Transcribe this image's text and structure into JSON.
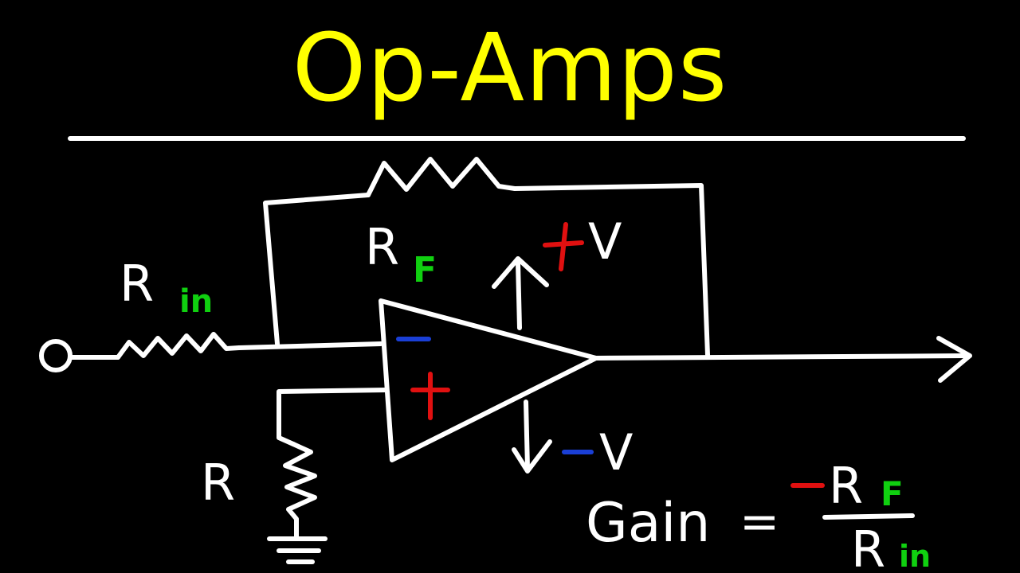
{
  "title": "Op-Amps",
  "colors": {
    "background": "#000000",
    "title": "#ffff00",
    "wire": "#ffffff",
    "positive": "#e01010",
    "negative": "#1a3fd6",
    "subscript": "#10d010"
  },
  "circuit": {
    "input_resistor": {
      "label": "R",
      "subscript": "in"
    },
    "feedback_resistor": {
      "label": "R",
      "subscript": "F"
    },
    "ground_resistor": {
      "label": "R"
    },
    "positive_supply": {
      "sign": "+",
      "label": "V"
    },
    "negative_supply": {
      "sign": "−",
      "label": "V"
    },
    "inverting_input": "−",
    "noninverting_input": "+"
  },
  "formula": {
    "left": "Gain",
    "equals": "=",
    "sign": "−",
    "numerator": "R",
    "numerator_subscript": "F",
    "denominator": "R",
    "denominator_subscript": "in"
  }
}
